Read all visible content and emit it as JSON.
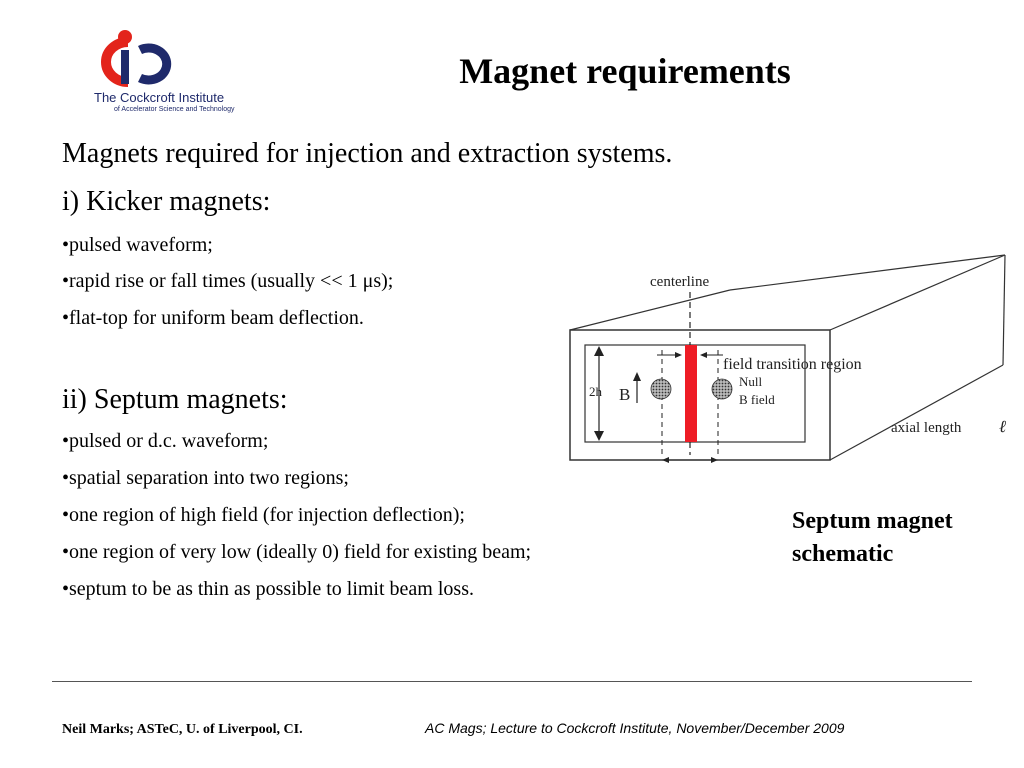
{
  "logo": {
    "name": "The Cockcroft Institute",
    "tagline": "of Accelerator Science and Technology"
  },
  "slide": {
    "title": "Magnet requirements",
    "intro": "Magnets required for injection and extraction systems.",
    "kicker_heading": "i) Kicker magnets:",
    "kicker_bullets": [
      "•pulsed waveform;",
      "•rapid rise or fall times (usually << 1 μs);",
      "•flat-top for uniform beam deflection."
    ],
    "septum_heading": "ii) Septum magnets:",
    "septum_bullets": [
      "•pulsed or d.c. waveform;",
      "•spatial separation into two regions;",
      "•one region of high field (for injection deflection);",
      "•one region of very low (ideally 0) field for existing beam;",
      "•septum to be as thin as possible to limit beam loss."
    ]
  },
  "diagram": {
    "centerline_label": "centerline",
    "transition_label": "field transition region",
    "height_label": "2h",
    "field_label": "B",
    "null_label_1": "Null",
    "null_label_2": "B field",
    "axial_label": "axial length",
    "length_symbol": "ℓ",
    "septum_color": "#ee1c25"
  },
  "caption": {
    "line1": "Septum magnet",
    "line2": "schematic"
  },
  "footer": {
    "left": "Neil Marks; ASTeC, U. of Liverpool, CI.",
    "right": "AC Mags; Lecture to Cockcroft Institute, November/December 2009"
  }
}
